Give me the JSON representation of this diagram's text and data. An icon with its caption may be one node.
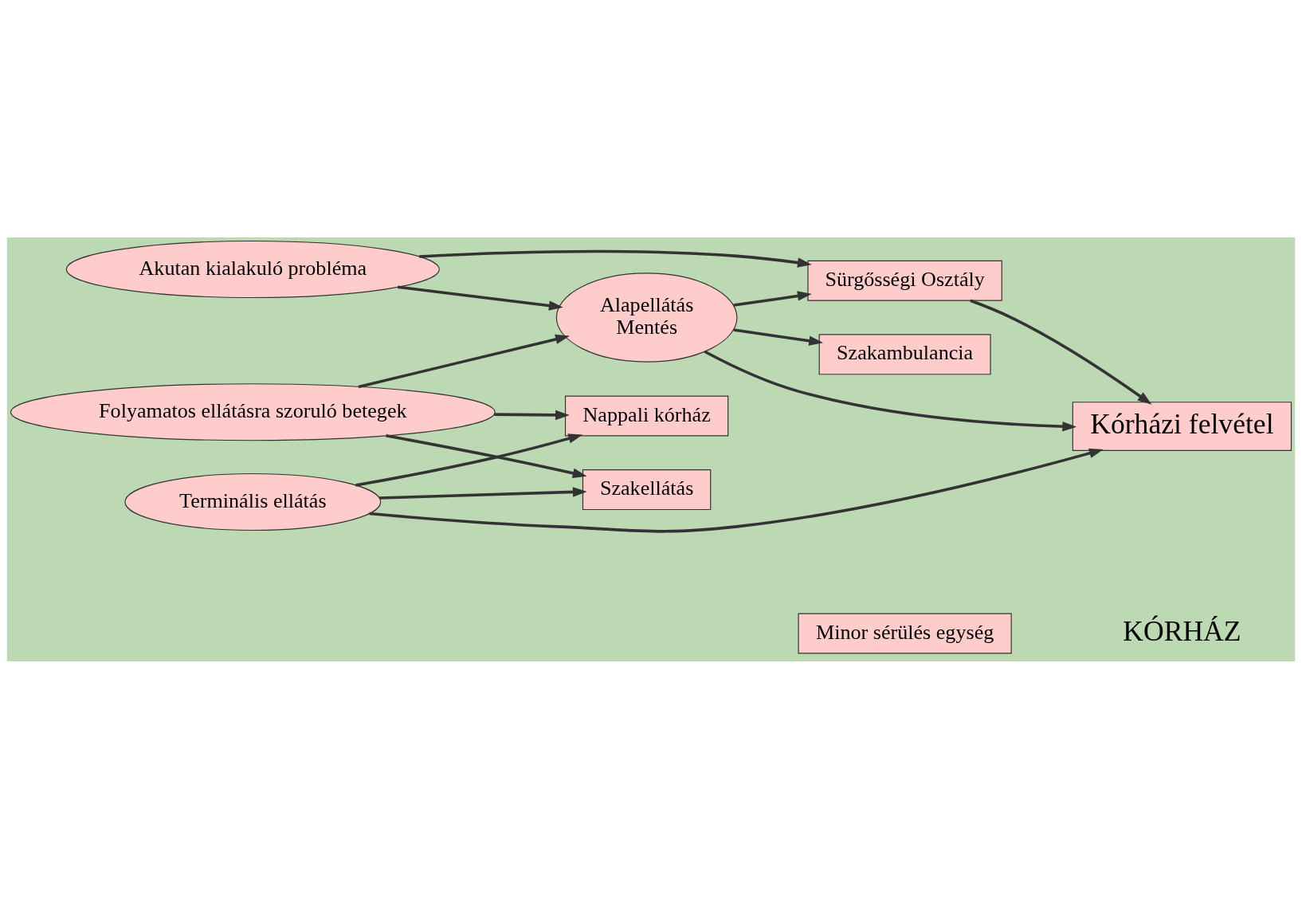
{
  "diagram": {
    "nodes": [
      {
        "text": [
          "Folyamatos ellátásra szoruló betegek"
        ]
      },
      {
        "text": [
          "Terminális ellátás"
        ]
      },
      {
        "text": [
          "Szakellátás"
        ]
      },
      {
        "text": [
          "Nappali kórház"
        ]
      },
      {
        "text": [
          "Alapellátás",
          "Mentés"
        ]
      },
      {
        "text": [
          "Szakambulancia"
        ]
      },
      {
        "text": [
          "Kórházi felvétel"
        ]
      },
      {
        "text": [
          "Sürgősségi Osztály"
        ]
      },
      {
        "text": [
          "Minor sérülés egység"
        ]
      },
      {
        "text": [
          "Akutan kialakuló probléma"
        ]
      }
    ],
    "edges": [
      {
        "from": 0,
        "to": 2,
        "arrow": "to"
      },
      {
        "from": 0,
        "to": 3,
        "arrow": "to"
      },
      {
        "from": 1,
        "to": 2,
        "arrow": "to"
      },
      {
        "from": 1,
        "to": 3,
        "arrow": "to"
      },
      {
        "from": 0,
        "to": 4,
        "arrow": "to"
      },
      {
        "from": 1,
        "to": 6,
        "arrow": "to"
      },
      {
        "from": 4,
        "to": 5,
        "arrow": "to"
      },
      {
        "from": 4,
        "to": 6,
        "arrow": "to"
      },
      {
        "from": 4,
        "to": 7,
        "arrow": "to"
      },
      {
        "from": 9,
        "to": 4,
        "arrow": "to"
      },
      {
        "from": 9,
        "to": 7,
        "arrow": "to"
      },
      {
        "from": 7,
        "to": 6,
        "arrow": "to"
      }
    ],
    "labels": [
      "KÓRHÁZ"
    ]
  }
}
